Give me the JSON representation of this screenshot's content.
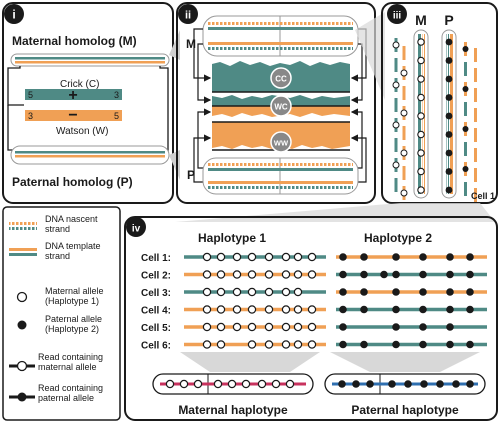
{
  "colors": {
    "teal": "#4f8a85",
    "orange": "#f0a055",
    "magenta": "#c8325e",
    "blue": "#2f6fb0",
    "dark": "#1a1a1a",
    "cell_bg": "#dcdcdc"
  },
  "panel_i": {
    "label": "i",
    "maternal": "Maternal homolog (M)",
    "paternal": "Paternal homolog (P)",
    "crick": "Crick (C)",
    "watson": "Watson (W)",
    "crick_left": "5",
    "crick_right": "3",
    "watson_left": "3",
    "watson_right": "5",
    "crick_sign": "+",
    "watson_sign": "−"
  },
  "panel_ii": {
    "label": "ii",
    "m": "M",
    "p": "P",
    "cc": "CC",
    "wc": "WC",
    "ww": "WW"
  },
  "panel_iii": {
    "label": "iii",
    "m": "M",
    "p": "P",
    "cell": "Cell 1"
  },
  "legend": {
    "nascent": [
      "DNA nascent",
      "strand"
    ],
    "template": [
      "DNA template",
      "strand"
    ],
    "maternal": [
      "Maternal allele",
      "(Haplotype 1)"
    ],
    "paternal": [
      "Paternal allele",
      "(Haplotype 2)"
    ],
    "read_m": [
      "Read containing",
      "maternal allele"
    ],
    "read_p": [
      "Read containing",
      "paternal allele"
    ]
  },
  "panel_iv": {
    "label": "iv",
    "hap1": "Haplotype 1",
    "hap2": "Haplotype 2",
    "cells": [
      "Cell 1:",
      "Cell 2:",
      "Cell 3:",
      "Cell 4:",
      "Cell 5:",
      "Cell 6:"
    ],
    "maternal_hap": "Maternal haplotype",
    "paternal_hap": "Paternal haplotype"
  }
}
